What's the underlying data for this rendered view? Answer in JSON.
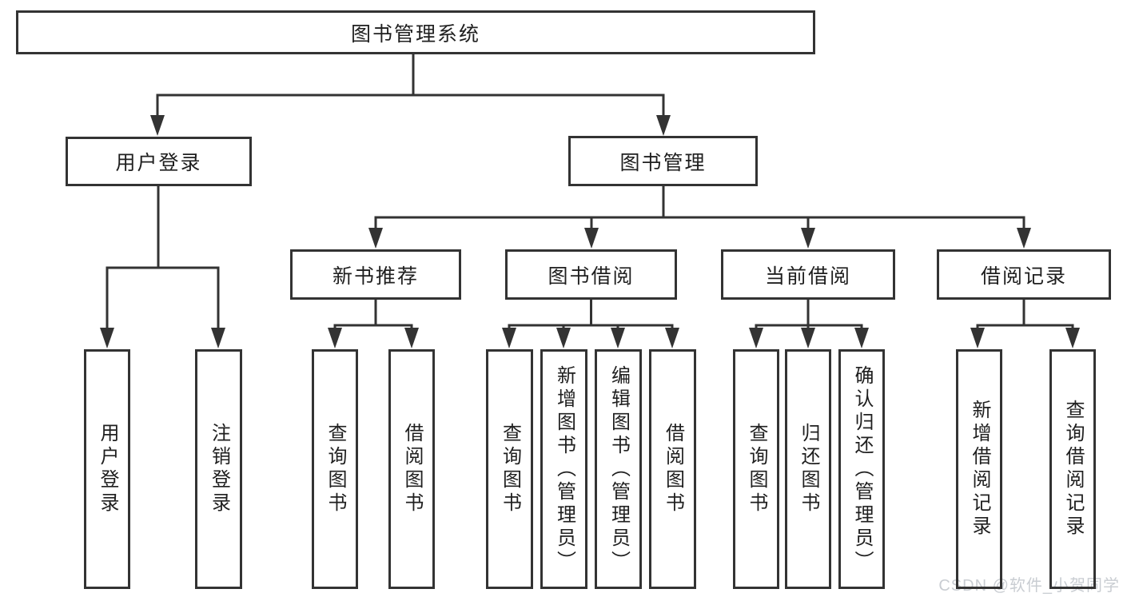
{
  "title": "图书管理系统",
  "tree": {
    "root": "图书管理系统",
    "login": {
      "label": "用户登录",
      "children": [
        "用户登录",
        "注销登录"
      ]
    },
    "mgmt": {
      "label": "图书管理",
      "groups": [
        {
          "label": "新书推荐",
          "children": [
            "查询图书",
            "借阅图书"
          ]
        },
        {
          "label": "图书借阅",
          "children": [
            "查询图书",
            "新增图书（管理员）",
            "编辑图书（管理员）",
            "借阅图书"
          ]
        },
        {
          "label": "当前借阅",
          "children": [
            "查询图书",
            "归还图书",
            "确认归还（管理员）"
          ]
        },
        {
          "label": "借阅记录",
          "children": [
            "新增借阅记录",
            "查询借阅记录"
          ]
        }
      ]
    }
  },
  "watermark": "CSDN @软件_小贺同学",
  "colors": {
    "line": "#333333",
    "text": "#1f1f1f",
    "background": "#ffffff",
    "watermark": "#c9cdd2"
  }
}
